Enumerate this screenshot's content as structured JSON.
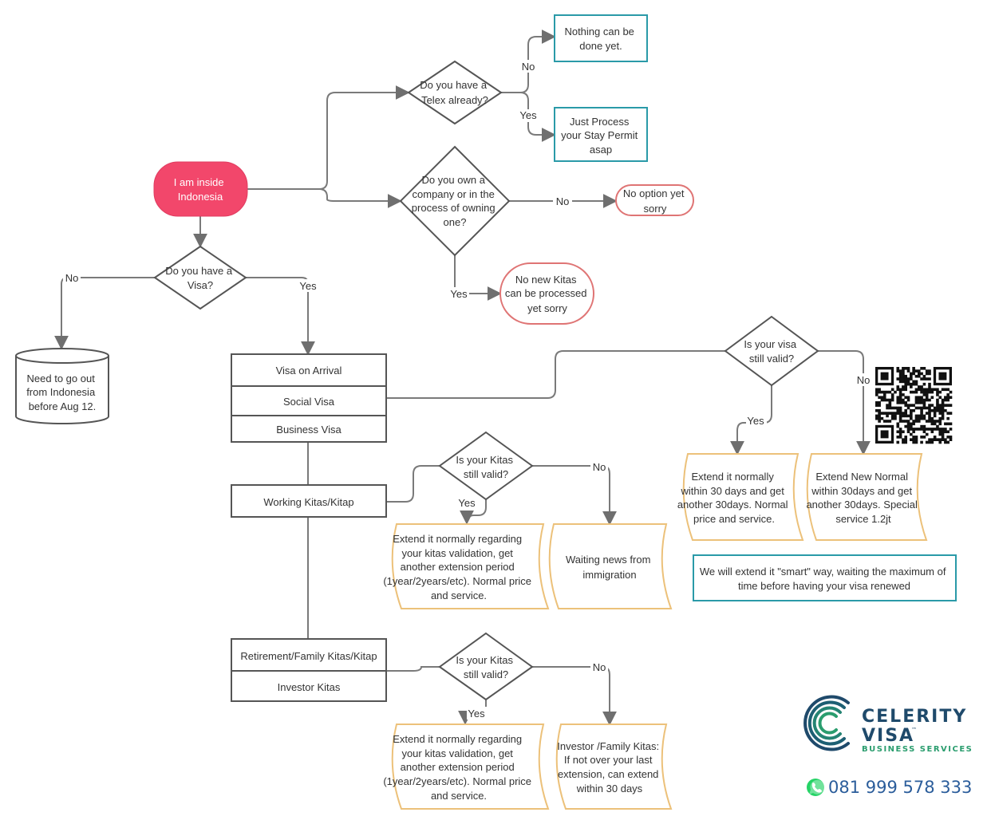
{
  "nodes": {
    "start": [
      "I am inside",
      "Indonesia"
    ],
    "have_visa": [
      "Do you have a",
      "Visa?"
    ],
    "go_out": [
      "Need to go out",
      "from Indonesia",
      "before Aug 12."
    ],
    "telex_q": [
      "Do you have a",
      "Telex already?"
    ],
    "nothing": [
      "Nothing can be",
      "done yet."
    ],
    "just_process": [
      "Just Process",
      "your Stay Permit",
      "asap"
    ],
    "company_q": [
      "Do you own a",
      "company or in the",
      "process of owning",
      "one?"
    ],
    "no_option": [
      "No option yet",
      "sorry"
    ],
    "no_new_kitas": [
      "No new Kitas",
      "can be processed",
      "yet sorry"
    ],
    "visa_types": [
      "Visa on Arrival",
      "Social Visa",
      "Business Visa"
    ],
    "working_kitas": "Working Kitas/Kitap",
    "retirement_kitas": "Retirement/Family Kitas/Kitap",
    "investor_kitas": "Investor Kitas",
    "visa_valid_q": [
      "Is your visa",
      "still valid?"
    ],
    "extend_normal_30": [
      "Extend it normally",
      "within 30 days and get",
      "another 30days. Normal",
      "price and service."
    ],
    "extend_new_normal": [
      "Extend New Normal",
      "within 30days and get",
      "another 30days. Special",
      "service 1.2jt"
    ],
    "smart_note": [
      "We will extend it \"smart\" way, waiting the maximum of",
      "time before having your visa renewed"
    ],
    "kitas_valid_q1": [
      "Is your Kitas",
      "still valid?"
    ],
    "kitas_extend_1": [
      "Extend it normally regarding",
      "your kitas validation, get",
      "another extension period",
      "(1year/2years/etc). Normal price",
      "and service."
    ],
    "waiting_news": [
      "Waiting news from",
      "immigration"
    ],
    "kitas_valid_q2": [
      "Is your Kitas",
      "still valid?"
    ],
    "kitas_extend_2": [
      "Extend it normally regarding",
      "your kitas validation, get",
      "another extension period",
      "(1year/2years/etc). Normal price",
      "and service."
    ],
    "investor_family": [
      "Investor /Family Kitas:",
      "If not over your last",
      "extension, can extend",
      "within 30 days"
    ]
  },
  "edge_labels": {
    "yes": "Yes",
    "no": "No"
  },
  "brand": {
    "name_line1": "CELERITY",
    "name_line2": "VISA",
    "trademark": "™",
    "tagline": "BUSINESS SERVICES",
    "phone": "081 999 578 333",
    "phone_icon": "whatsapp-icon",
    "qr_icon": "qr-code-icon"
  },
  "colors": {
    "start_fill": "#f2476b",
    "teal_border": "#2a9aa8",
    "red_border": "#df7474",
    "orange_border": "#ecc17a",
    "line": "#7a7a7a",
    "shape_border": "#555555",
    "brand_navy": "#1f4a6b",
    "brand_green": "#2a9d6e",
    "phone_blue": "#2b5d9b",
    "whatsapp_green": "#25d366"
  }
}
